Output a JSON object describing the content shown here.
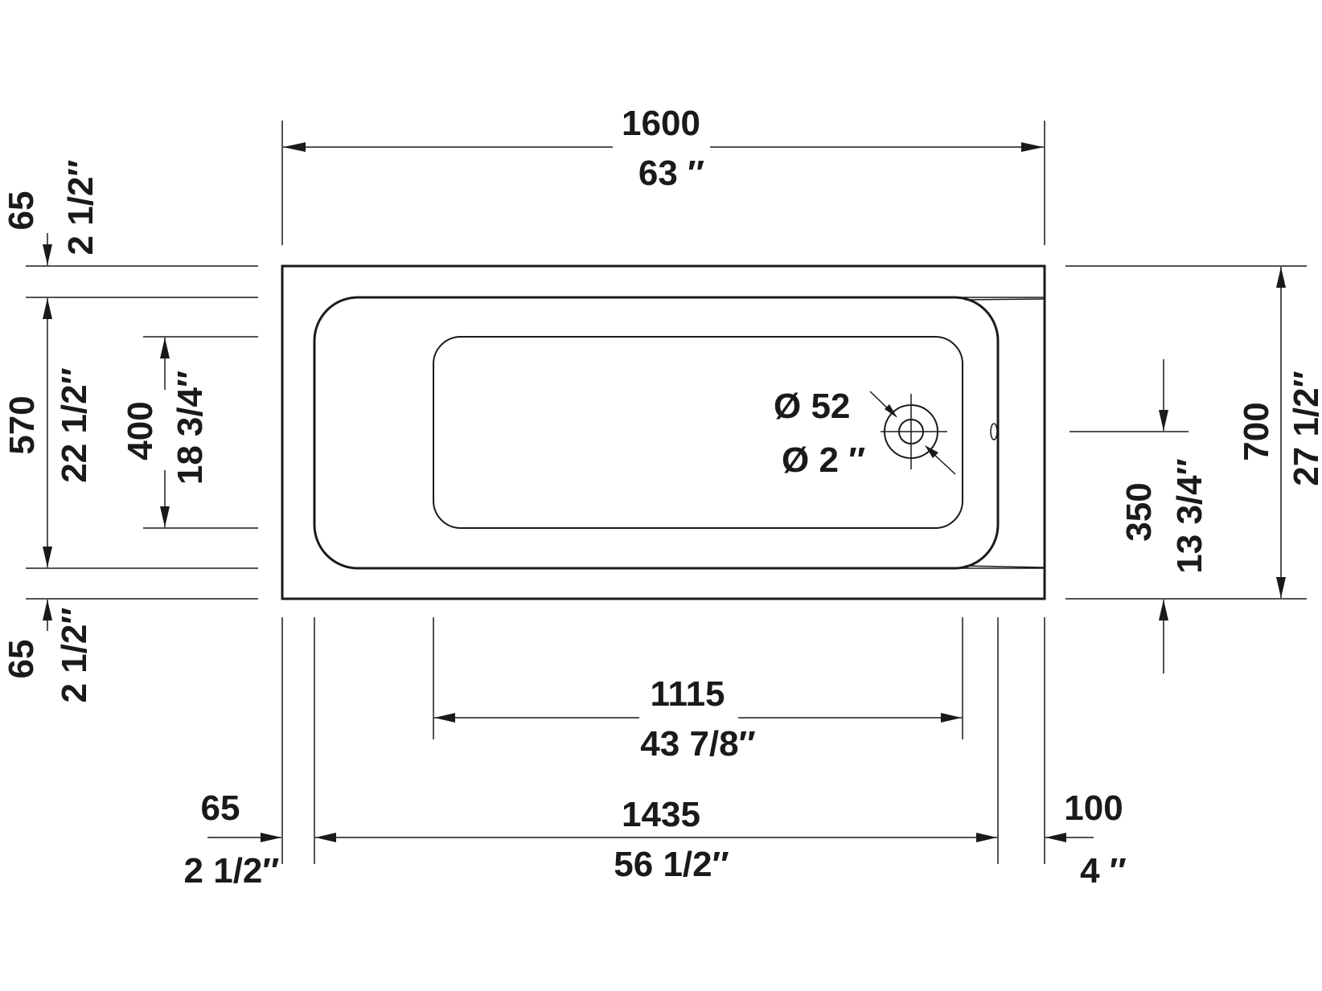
{
  "dims": {
    "overall_length": {
      "mm": "1600",
      "inch": "63 ″"
    },
    "overall_width": {
      "mm": "700",
      "inch": "27 1/2″"
    },
    "rim_top": {
      "mm": "65",
      "inch": "2 1/2″"
    },
    "rim_bottom": {
      "mm": "65",
      "inch": "2 1/2″"
    },
    "inner_width": {
      "mm": "570",
      "inch": "22 1/2″"
    },
    "base_width": {
      "mm": "400",
      "inch": "18 3/4″"
    },
    "drain_offset": {
      "mm": "350",
      "inch": "13 3/4″"
    },
    "drain_diameter": {
      "mm": "Ø 52",
      "inch": "Ø 2 ″"
    },
    "base_length": {
      "mm": "1115",
      "inch": "43 7/8″"
    },
    "inner_length": {
      "mm": "1435",
      "inch": "56 1/2″"
    },
    "rim_left": {
      "mm": "65",
      "inch": "2 1/2″"
    },
    "rim_right": {
      "mm": "100",
      "inch": "4 ″"
    }
  }
}
